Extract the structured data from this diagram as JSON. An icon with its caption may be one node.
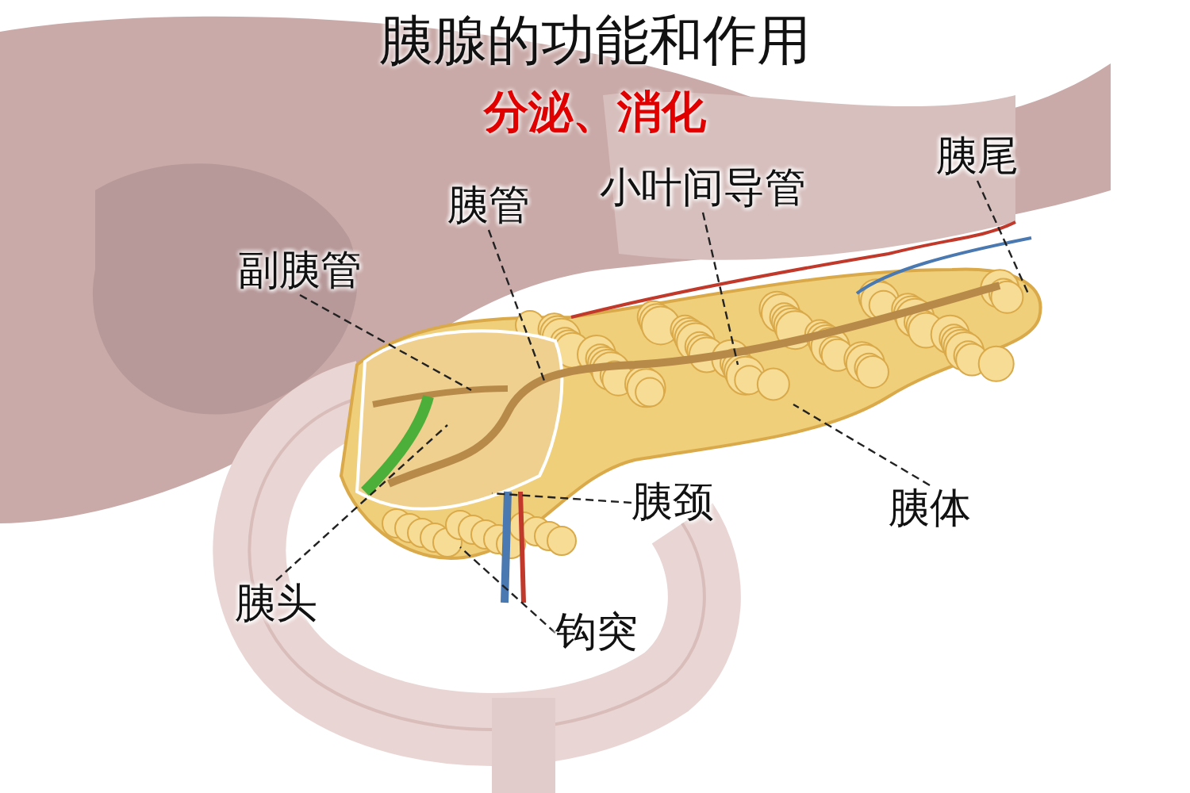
{
  "diagram": {
    "title": "胰腺的功能和作用",
    "nodes": [
      {
        "text": [
          "胰管"
        ]
      },
      {
        "text": [
          "小叶间导管"
        ]
      },
      {
        "text": [
          "胰尾"
        ]
      },
      {
        "text": [
          "副胰管"
        ]
      },
      {
        "text": [
          "胰颈"
        ]
      },
      {
        "text": [
          "胰体"
        ]
      },
      {
        "text": [
          "胰头"
        ]
      },
      {
        "text": [
          "钩突"
        ]
      }
    ],
    "edges": [
      {
        "from": 0,
        "to": null,
        "arrow": "none",
        "style": "dashed"
      },
      {
        "from": 1,
        "to": null,
        "arrow": "none",
        "style": "dashed"
      },
      {
        "from": 2,
        "to": null,
        "arrow": "none",
        "style": "dashed"
      },
      {
        "from": 3,
        "to": null,
        "arrow": "none",
        "style": "dashed"
      },
      {
        "from": 4,
        "to": null,
        "arrow": "none",
        "style": "dashed"
      },
      {
        "from": 5,
        "to": null,
        "arrow": "none",
        "style": "dashed"
      },
      {
        "from": 6,
        "to": null,
        "arrow": "none",
        "style": "dashed"
      },
      {
        "from": 7,
        "to": null,
        "arrow": "none",
        "style": "dashed"
      }
    ],
    "labels": [
      "分泌、消化"
    ]
  }
}
